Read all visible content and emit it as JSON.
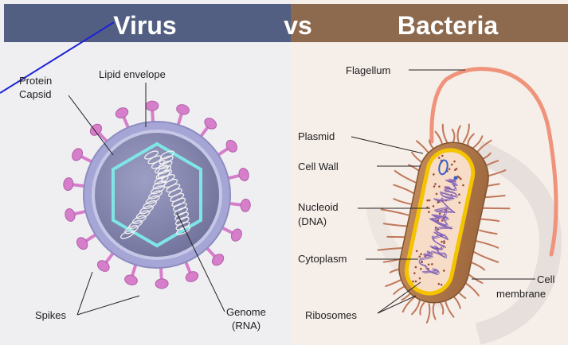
{
  "header": {
    "left_title": "Virus",
    "vs_label": "vs",
    "right_title": "Bacteria",
    "left_color": "#525f82",
    "right_color": "#8d6a4e"
  },
  "virus": {
    "labels": {
      "protein_capsid_line1": "Protein",
      "protein_capsid_line2": "Capsid",
      "lipid_envelope": "Lipid envelope",
      "spikes": "Spikes",
      "genome_line1": "Genome",
      "genome_line2": "(RNA)"
    },
    "colors": {
      "envelope": "#a6a6d6",
      "core": "#7b7caa",
      "capsid": "#7fe6e6",
      "spikes": "#d77ecb"
    }
  },
  "bacteria": {
    "labels": {
      "flagellum": "Flagellum",
      "plasmid": "Plasmid",
      "cell_wall": "Cell Wall",
      "nucleoid_line1": "Nucleoid",
      "nucleoid_line2": "(DNA)",
      "cytoplasm": "Cytoplasm",
      "ribosomes": "Ribosomes",
      "cell_membrane_line1": "Cell",
      "cell_membrane_line2": "membrane"
    },
    "colors": {
      "outer_wall": "#b0774c",
      "membrane": "#f5c400",
      "cytoplasm": "#f7ddc7",
      "nucleoid": "#9b79c4",
      "flagellum": "#f0937b"
    }
  }
}
